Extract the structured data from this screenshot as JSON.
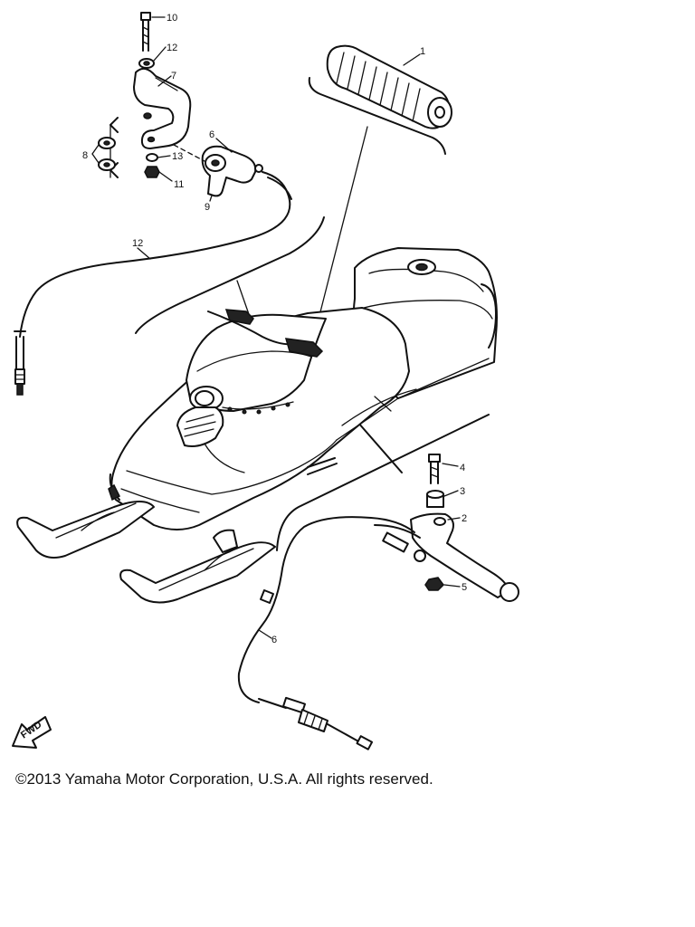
{
  "diagram": {
    "callouts": [
      {
        "id": "1",
        "text": "1"
      },
      {
        "id": "2",
        "text": "2"
      },
      {
        "id": "3",
        "text": "3"
      },
      {
        "id": "4",
        "text": "4"
      },
      {
        "id": "5",
        "text": "5"
      },
      {
        "id": "6a",
        "text": "6"
      },
      {
        "id": "6b",
        "text": "6"
      },
      {
        "id": "7",
        "text": "7"
      },
      {
        "id": "8",
        "text": "8"
      },
      {
        "id": "9",
        "text": "9"
      },
      {
        "id": "10",
        "text": "10"
      },
      {
        "id": "11",
        "text": "11"
      },
      {
        "id": "12a",
        "text": "12"
      },
      {
        "id": "12b",
        "text": "12"
      },
      {
        "id": "13",
        "text": "13"
      }
    ],
    "direction_mark": "FWD"
  },
  "footer": {
    "copyright": "©2013 Yamaha Motor Corporation, U.S.A. All rights reserved."
  }
}
